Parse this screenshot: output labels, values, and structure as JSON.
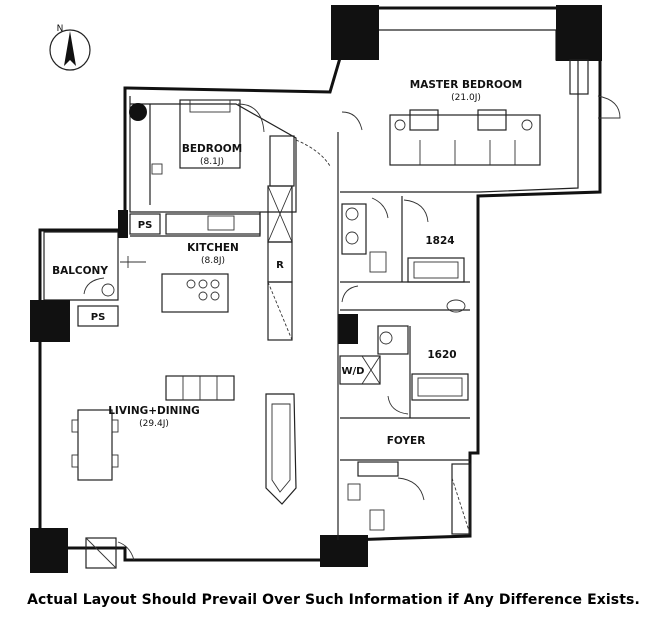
{
  "compass": {
    "label": "N"
  },
  "rooms": {
    "master_bedroom": {
      "name": "MASTER BEDROOM",
      "size": "(21.0J)"
    },
    "bedroom": {
      "name": "BEDROOM",
      "size": "(8.1J)"
    },
    "kitchen": {
      "name": "KITCHEN",
      "size": "(8.8J)"
    },
    "living_dining": {
      "name": "LIVING+DINING",
      "size": "(29.4J)"
    },
    "balcony": {
      "name": "BALCONY"
    },
    "foyer": {
      "name": "FOYER"
    },
    "bath_1824": {
      "name": "1824"
    },
    "bath_1620": {
      "name": "1620"
    }
  },
  "fixtures": {
    "ps_upper": "PS",
    "ps_lower": "PS",
    "refrigerator": "R",
    "washer_dryer": "W/D"
  },
  "footer": {
    "disclaimer": "Actual Layout Should Prevail Over Such Information if Any Difference Exists."
  }
}
